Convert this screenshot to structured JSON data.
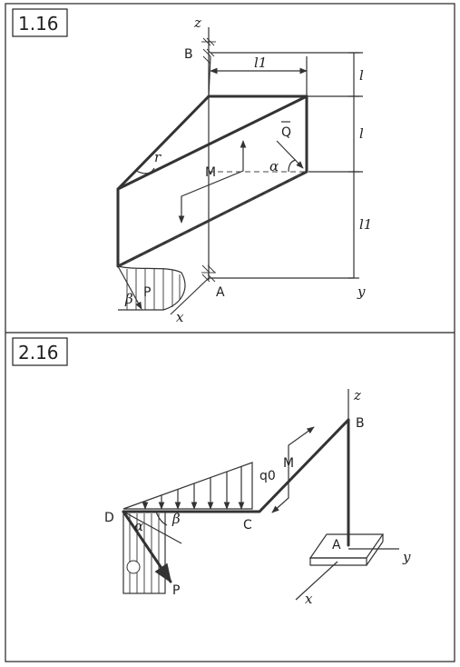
{
  "problem_1": {
    "number": "1.16",
    "labels": {
      "z": "z",
      "y": "y",
      "x": "x",
      "A": "A",
      "B": "B",
      "M": "M",
      "Q": "Q",
      "P": "P",
      "alpha": "α",
      "beta": "β",
      "gamma": "r",
      "l": "l",
      "l1": "l1"
    }
  },
  "problem_2": {
    "number": "2.16",
    "labels": {
      "z": "z",
      "y": "y",
      "x": "x",
      "A": "A",
      "B": "B",
      "C": "C",
      "D": "D",
      "M": "M",
      "q0": "q0",
      "P": "P",
      "alpha": "α",
      "beta": "β"
    }
  }
}
